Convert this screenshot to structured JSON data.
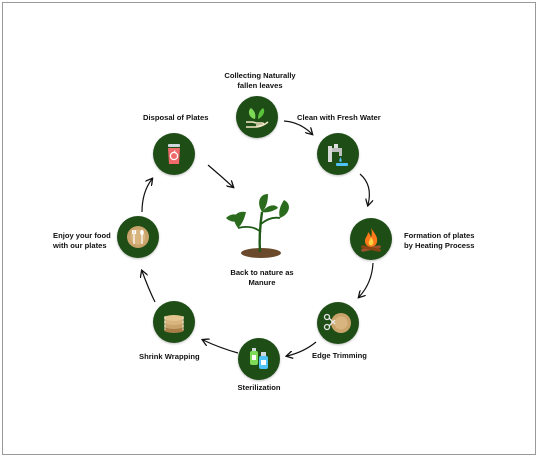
{
  "diagram": {
    "center_label_line1": "Back to nature as",
    "center_label_line2": "Manure",
    "steps": [
      {
        "line1": "Collecting Naturally",
        "line2": "fallen leaves",
        "icon": "leaves-hand-icon"
      },
      {
        "line1": "Clean with Fresh Water",
        "icon": "water-tap-icon"
      },
      {
        "line1": "Formation of plates",
        "line2": "by Heating Process",
        "icon": "fire-icon"
      },
      {
        "line1": "Edge Trimming",
        "icon": "scissors-plate-icon"
      },
      {
        "line1": "Sterilization",
        "icon": "sanitizer-bottles-icon"
      },
      {
        "line1": "Shrink Wrapping",
        "icon": "stacked-plates-icon"
      },
      {
        "line1": "Enjoy your food",
        "line2": "with our plates",
        "icon": "plate-fork-spoon-icon"
      },
      {
        "line1": "Disposal of Plates",
        "icon": "recycle-bin-icon"
      }
    ],
    "colors": {
      "circle": "#1e4d16",
      "plant": "#1f5a17",
      "soil": "#6b4a2b"
    }
  }
}
